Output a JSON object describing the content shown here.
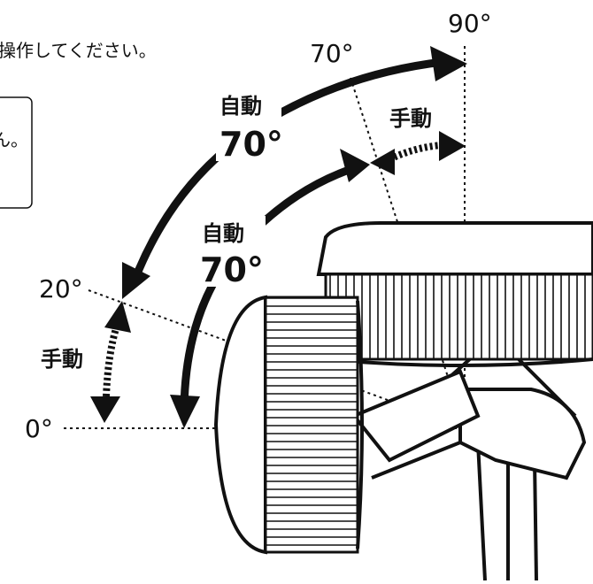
{
  "instruction_fragment": "操作してください。",
  "note_fragment": "ん。",
  "angle_labels": {
    "deg_90": "90°",
    "deg_70": "70°",
    "deg_20": "20°",
    "deg_0": "0°"
  },
  "auto_upper": {
    "label": "自動",
    "angle": "70°"
  },
  "auto_lower": {
    "label": "自動",
    "angle": "70°"
  },
  "manual_upper": {
    "label": "手動"
  },
  "manual_lower": {
    "label": "手動"
  },
  "colors": {
    "ink": "#111111",
    "background": "#ffffff"
  }
}
